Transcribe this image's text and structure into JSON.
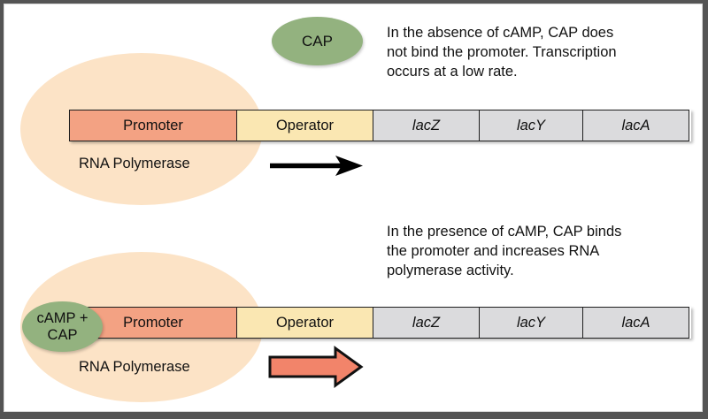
{
  "colors": {
    "frame-border": "#545454",
    "canvas": "#ffffff",
    "peach": "#fce3c6",
    "salmon": "#f3a283",
    "cream": "#fae7b2",
    "gene-gray": "#dbdbdd",
    "green": "#93b27f",
    "arrow-orange": "#f2846a",
    "ink": "#111111"
  },
  "top_panel": {
    "cap_label": "CAP",
    "description_lines": [
      "In the absence of cAMP, CAP does",
      "not bind the promoter. Transcription",
      "occurs at a low rate."
    ],
    "rna_polymerase_label": "RNA Polymerase",
    "segments": {
      "promoter": "Promoter",
      "operator": "Operator",
      "lacZ": "lacZ",
      "lacY": "lacY",
      "lacA": "lacA"
    },
    "arrow_icon": "thin-black-right-arrow"
  },
  "bottom_panel": {
    "cap_complex_lines": [
      "cAMP +",
      "CAP"
    ],
    "description_lines": [
      "In the presence of cAMP, CAP binds",
      "the promoter and increases RNA",
      "polymerase activity."
    ],
    "rna_polymerase_label": "RNA Polymerase",
    "segments": {
      "promoter": "Promoter",
      "operator": "Operator",
      "lacZ": "lacZ",
      "lacY": "lacY",
      "lacA": "lacA"
    },
    "arrow_icon": "thick-orange-right-arrow"
  }
}
